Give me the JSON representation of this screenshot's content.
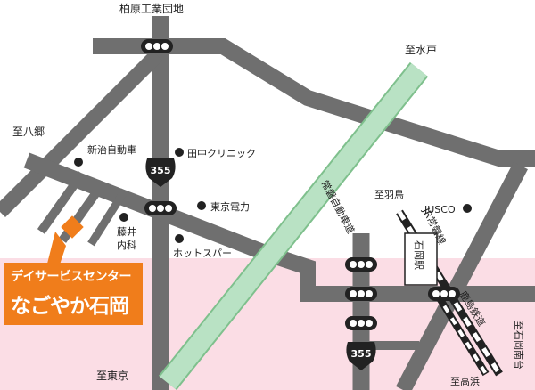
{
  "colors": {
    "road": "#6f6f6f",
    "highway": "#b9e2c4",
    "highway_edge": "#7fc08d",
    "pink_zone": "#fbdde5",
    "accent": "#f07d1b",
    "text": "#222222"
  },
  "labels": {
    "top_north": "柏原工業団地",
    "to_mito": "至水戸",
    "to_hachigo": "至八郷",
    "to_tokyo": "至東京",
    "to_hatori": "至羽鳥",
    "to_takahama": "至高浜",
    "to_ishioka_minami": "至石岡南台",
    "highway_name": "常磐自動車道",
    "jr_line": "JR常磐線",
    "kashima_line": "鹿島鉄道",
    "station": "石岡駅",
    "route_number_top": "355",
    "route_number_bottom": "355"
  },
  "landmarks": {
    "niiji_auto": "新治自動車",
    "tanaka_clinic": "田中クリニック",
    "tepco": "東京電力",
    "fujii_naika": "藤井\n内科",
    "hot_spa": "ホットスパー",
    "jusco": "JUSCO"
  },
  "callout": {
    "line1": "デイサービスセンター",
    "line2": "なごやか石岡"
  },
  "icons": [
    "traffic-signal-icon",
    "route-shield-icon",
    "landmark-dot-icon",
    "facility-marker-icon"
  ]
}
